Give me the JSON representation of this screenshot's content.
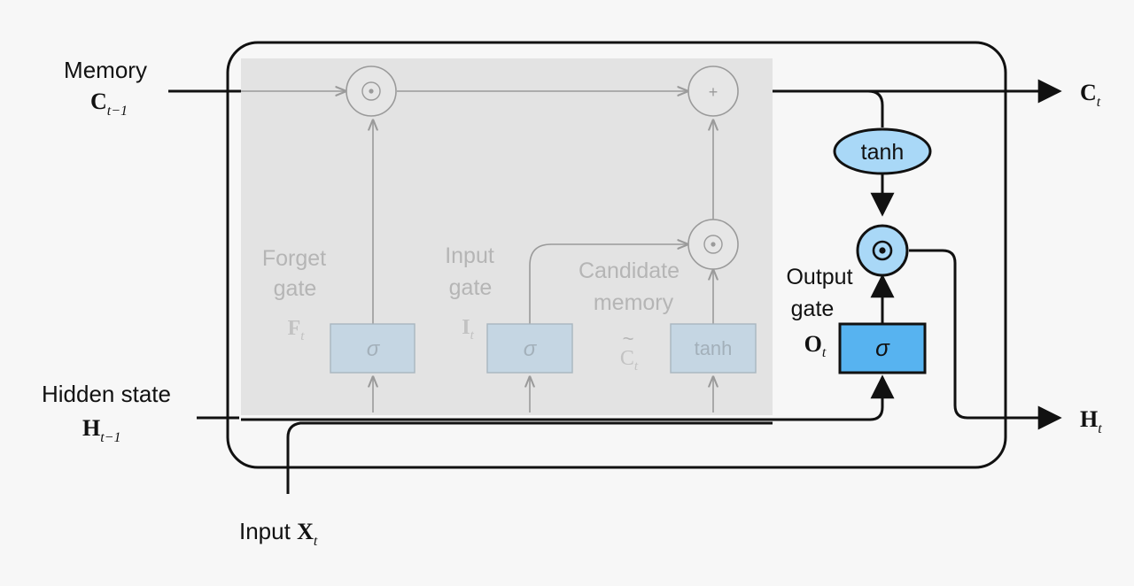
{
  "inputs": {
    "memory": {
      "label": "Memory",
      "symbol": "C",
      "subscript": "t−1"
    },
    "hidden": {
      "label": "Hidden state",
      "symbol": "H",
      "subscript": "t−1"
    },
    "input": {
      "label": "Input",
      "symbol": "X",
      "subscript": "t"
    }
  },
  "outputs": {
    "memory": {
      "symbol": "C",
      "subscript": "t"
    },
    "hidden": {
      "symbol": "H",
      "subscript": "t"
    }
  },
  "gates": {
    "forget": {
      "line1": "Forget",
      "line2": "gate",
      "symbol": "F",
      "subscript": "t",
      "fn": "σ"
    },
    "input": {
      "line1": "Input",
      "line2": "gate",
      "symbol": "I",
      "subscript": "t",
      "fn": "σ"
    },
    "candidate": {
      "line1": "Candidate",
      "line2": "memory",
      "symbol": "C",
      "tilde": "~",
      "subscript": "t",
      "fn": "tanh"
    },
    "output": {
      "line1": "Output",
      "line2": "gate",
      "symbol": "O",
      "subscript": "t",
      "fn": "σ"
    }
  },
  "ops": {
    "multiply": "⊙",
    "add": "+",
    "tanh": "tanh"
  },
  "colors": {
    "line": "#111111",
    "faded_line": "#9a9a9a",
    "shaded_region": "#e3e3e3",
    "active_box": "#57b3f0",
    "active_ellipse": "#a9d8f7",
    "faded_box": "#c5d6e3"
  }
}
